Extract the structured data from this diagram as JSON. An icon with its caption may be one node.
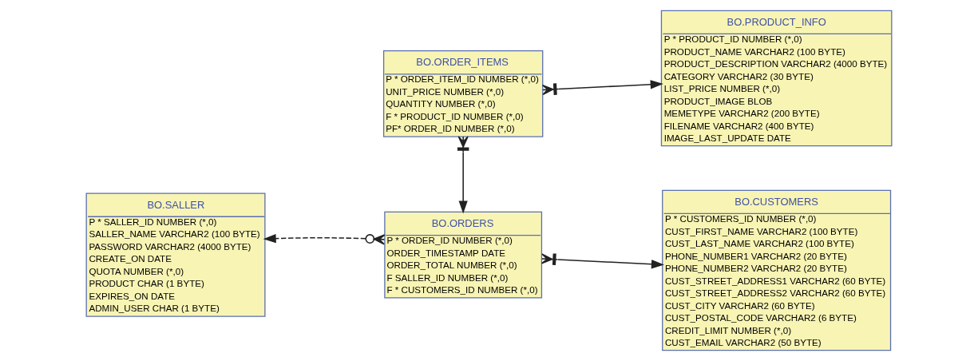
{
  "diagram": {
    "nodes": [
      {
        "text": [
          "BO.SALLER",
          "P * SALLER_ID NUMBER (*,0)",
          "SALLER_NAME VARCHAR2 (100 BYTE)",
          "PASSWORD VARCHAR2 (4000 BYTE)",
          "CREATE_ON DATE",
          "QUOTA NUMBER (*,0)",
          "PRODUCT CHAR (1 BYTE)",
          "EXPIRES_ON DATE",
          "ADMIN_USER CHAR (1 BYTE)"
        ]
      },
      {
        "text": [
          "BO.ORDERS",
          "P * ORDER_ID NUMBER (*,0)",
          "ORDER_TIMESTAMP DATE",
          "ORDER_TOTAL NUMBER (*,0)",
          "F SALLER_ID NUMBER (*,0)",
          "F * CUSTOMERS_ID NUMBER (*,0)"
        ]
      },
      {
        "text": [
          "BO.CUSTOMERS",
          "P * CUSTOMERS_ID NUMBER (*,0)",
          "CUST_FIRST_NAME VARCHAR2 (100 BYTE)",
          "CUST_LAST_NAME VARCHAR2 (100 BYTE)",
          "PHONE_NUMBER1 VARCHAR2 (20 BYTE)",
          "PHONE_NUMBER2 VARCHAR2 (20 BYTE)",
          "CUST_STREET_ADDRESS1 VARCHAR2 (60 BYTE)",
          "CUST_STREET_ADDRESS2 VARCHAR2 (60 BYTE)",
          "CUST_CITY VARCHAR2 (60 BYTE)",
          "CUST_POSTAL_CODE VARCHAR2 (6 BYTE)",
          "CREDIT_LIMIT NUMBER (*,0)",
          "CUST_EMAIL VARCHAR2 (50 BYTE)"
        ]
      },
      {
        "text": [
          "BO.ORDER_ITEMS",
          "P * ORDER_ITEM_ID NUMBER (*,0)",
          "UNIT_PRICE NUMBER (*,0)",
          "QUANTITY NUMBER (*,0)",
          "F * PRODUCT_ID NUMBER (*,0)",
          "PF* ORDER_ID NUMBER (*,0)"
        ]
      },
      {
        "text": [
          "BO.PRODUCT_INFO",
          "P * PRODUCT_ID NUMBER (*,0)",
          "PRODUCT_NAME VARCHAR2 (100 BYTE)",
          "PRODUCT_DESCRIPTION VARCHAR2 (4000 BYTE)",
          "CATEGORY VARCHAR2 (30 BYTE)",
          "LIST_PRICE NUMBER (*,0)",
          "PRODUCT_IMAGE BLOB",
          "MEMETYPE VARCHAR2 (200 BYTE)",
          "FILENAME VARCHAR2 (400 BYTE)",
          "IMAGE_LAST_UPDATE DATE"
        ]
      }
    ],
    "edges": [
      {
        "from": 1,
        "to": 0,
        "arrow": "to",
        "style": "dashed"
      },
      {
        "from": 1,
        "to": 2,
        "arrow": "to"
      },
      {
        "from": 3,
        "to": 1,
        "arrow": "to"
      },
      {
        "from": 3,
        "to": 4,
        "arrow": "to"
      }
    ]
  }
}
